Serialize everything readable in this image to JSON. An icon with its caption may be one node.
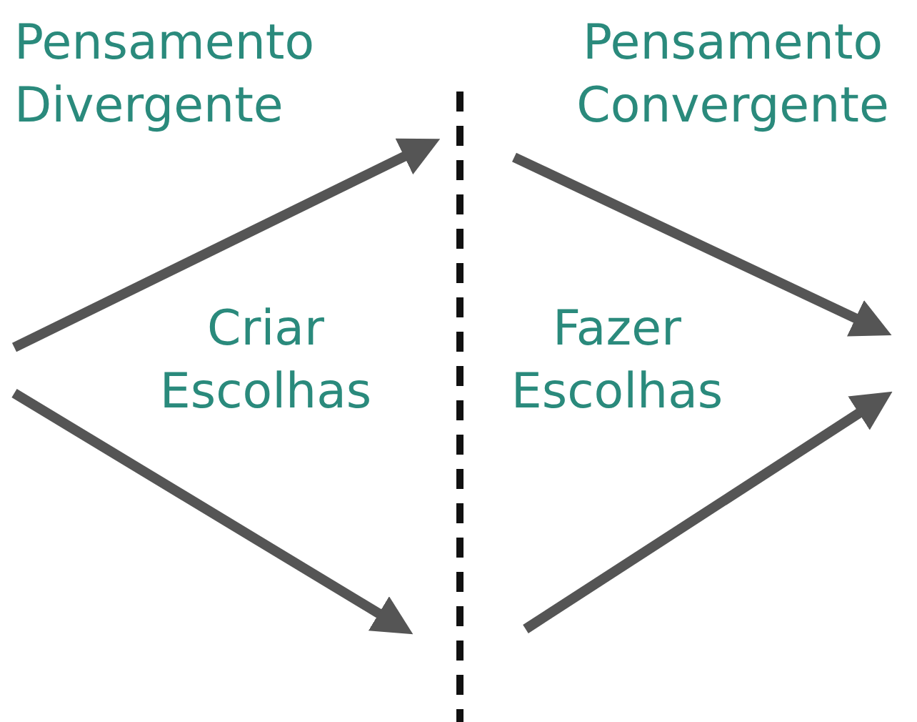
{
  "diagram": {
    "labels": [
      "Pensamento Divergente",
      "Pensamento Convergente",
      "Criar Escolhas",
      "Fazer Escolhas"
    ]
  }
}
